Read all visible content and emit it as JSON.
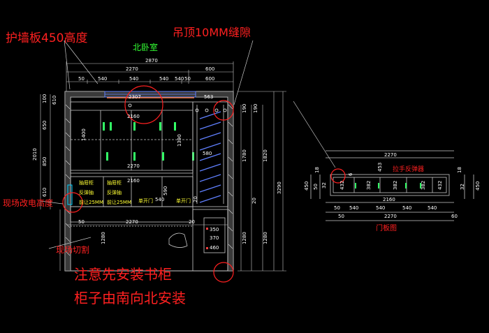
{
  "annotations": {
    "wall_panel": "护墙板450高度",
    "ceiling_gap": "吊顶10MM缝隙",
    "room_name": "北卧室",
    "site_electrical": "现场改电高度",
    "site_cut": "现场切割",
    "note_line1": "注意先安装书柜",
    "note_line2": "柜子由南向北安装",
    "handle_rebound": "拉手反弹器",
    "door_panel_title": "门板图"
  },
  "plan": {
    "top_dims": {
      "overall": "2870",
      "left": "2270",
      "right": "600",
      "seg_50a": "50",
      "seg_540a": "540",
      "seg_540b": "540",
      "seg_540c": "540",
      "seg_540d": "540",
      "seg_50b": "50",
      "seg_600": "600"
    },
    "inner": {
      "d2307": "2307",
      "d563": "563",
      "d2160": "2160",
      "d1400": "1400",
      "d1390": "1390",
      "d2270": "2270",
      "d580": "580",
      "d2160b": "2160",
      "d540": "540",
      "d590": "590",
      "d20": "20"
    },
    "drawer_labels": {
      "a1": "抽屉柜",
      "a2": "反弹抽",
      "a3": "前让25MM",
      "b1": "抽屉柜",
      "b2": "反弹抽",
      "b3": "前让25MM",
      "c1": "单开门",
      "d1": "单开门"
    },
    "bottom_dims": {
      "d50": "50",
      "d2270": "2270",
      "d20": "20",
      "d350": "350",
      "d370": "370",
      "d460": "460"
    },
    "left_dims": {
      "d100": "100",
      "d610a": "610",
      "d650": "650",
      "d850": "850",
      "d2010": "2010",
      "d610b": "610",
      "d1280": "1280"
    },
    "right_dims": {
      "d190": "190",
      "d1780": "1780",
      "d1820": "1820",
      "d3290": "3290",
      "d190b": "190",
      "d20": "20",
      "d1280": "1280",
      "d1280b": "1280"
    }
  },
  "door": {
    "dims_top": {
      "d2270": "2270",
      "d453": "453",
      "d18": "18",
      "d18b": "18"
    },
    "panels": [
      "432",
      "382",
      "382",
      "382",
      "432"
    ],
    "sub": {
      "d6": "6",
      "d2160": "2160",
      "d50": "50",
      "d540a": "540",
      "d540b": "540",
      "d540c": "540",
      "d540d": "540",
      "d50b": "50",
      "d2270": "2270",
      "d60": "60"
    },
    "side": {
      "l450": "450",
      "l50": "50",
      "l32": "32",
      "r450": "450",
      "r32": "32"
    }
  },
  "colors": {
    "annotation_red": "#ff2020",
    "room_green": "#33ff33",
    "dim_white": "#ffffff",
    "wall_gray": "#c8c8c8",
    "handle_cyan": "#00d0ff",
    "drawer_yellow": "#ffff33",
    "cabinet_green": "#33ff66",
    "window_blue": "#6080ff"
  }
}
